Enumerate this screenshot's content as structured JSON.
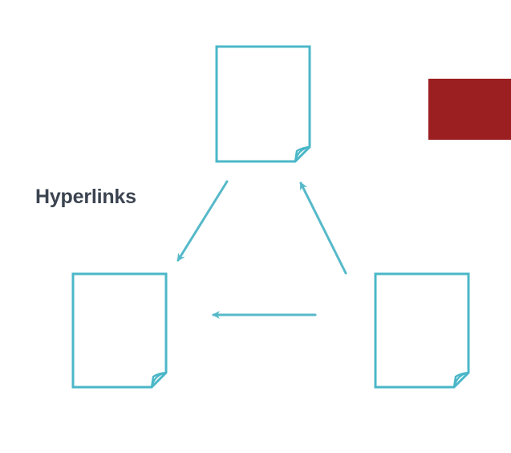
{
  "diagram": {
    "label": "Hyperlinks",
    "documents": [
      {
        "id": "top"
      },
      {
        "id": "bottom-left"
      },
      {
        "id": "bottom-right"
      }
    ],
    "links": [
      {
        "from": "top",
        "to": "bottom-left"
      },
      {
        "from": "bottom-right",
        "to": "top"
      },
      {
        "from": "bottom-right",
        "to": "bottom-left"
      }
    ]
  },
  "colors": {
    "document_stroke": "#4bb7c8",
    "arrow_stroke": "#56b9c9",
    "label_text": "#3b4450",
    "accent_block": "#9b1e20",
    "background": "#ffffff"
  }
}
